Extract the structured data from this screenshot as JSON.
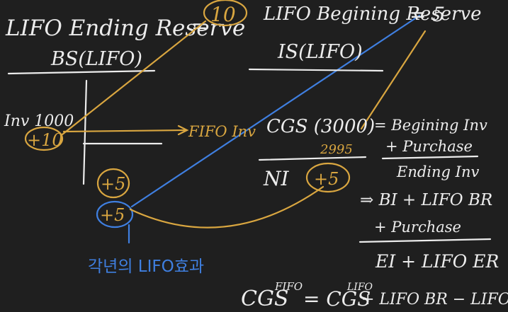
{
  "left": {
    "title": "LIFO Ending Reserve",
    "equals": "=",
    "reserve_value": "10",
    "subtitle": "BS(LIFO)",
    "inv_label": "Inv 1000",
    "inv_adjust": "+10",
    "year_adjust_1": "+5",
    "year_adjust_2": "+5",
    "note": "각년의 LIFO효과"
  },
  "right": {
    "title": "LIFO Begining Reserve",
    "equals_value": "= 5",
    "subtitle": "IS(LIFO)",
    "fifo_inv": "FIFO Inv",
    "cgs_label": "CGS (3000)",
    "cgs_adjusted": "2995",
    "ni_label": "NI",
    "ni_adjust": "+5"
  },
  "formula": {
    "line1": "= Begining Inv",
    "line2": "+ Purchase",
    "line3": "Ending Inv",
    "line4": "⇒ BI + LIFO BR",
    "line5": "+ Purchase",
    "line6": "EI + LIFO ER",
    "final_cgs": "CGS",
    "final_sup_fifo": "FIFO",
    "final_eq": "= CGS",
    "final_sup_lifo": "LIFO",
    "final_rest": "+ LIFO BR − LIFO ER"
  },
  "colors": {
    "background": "#1f1f1f",
    "chalk_white": "#ececec",
    "chalk_yellow": "#d9a640",
    "chalk_blue": "#3f7fe0"
  }
}
